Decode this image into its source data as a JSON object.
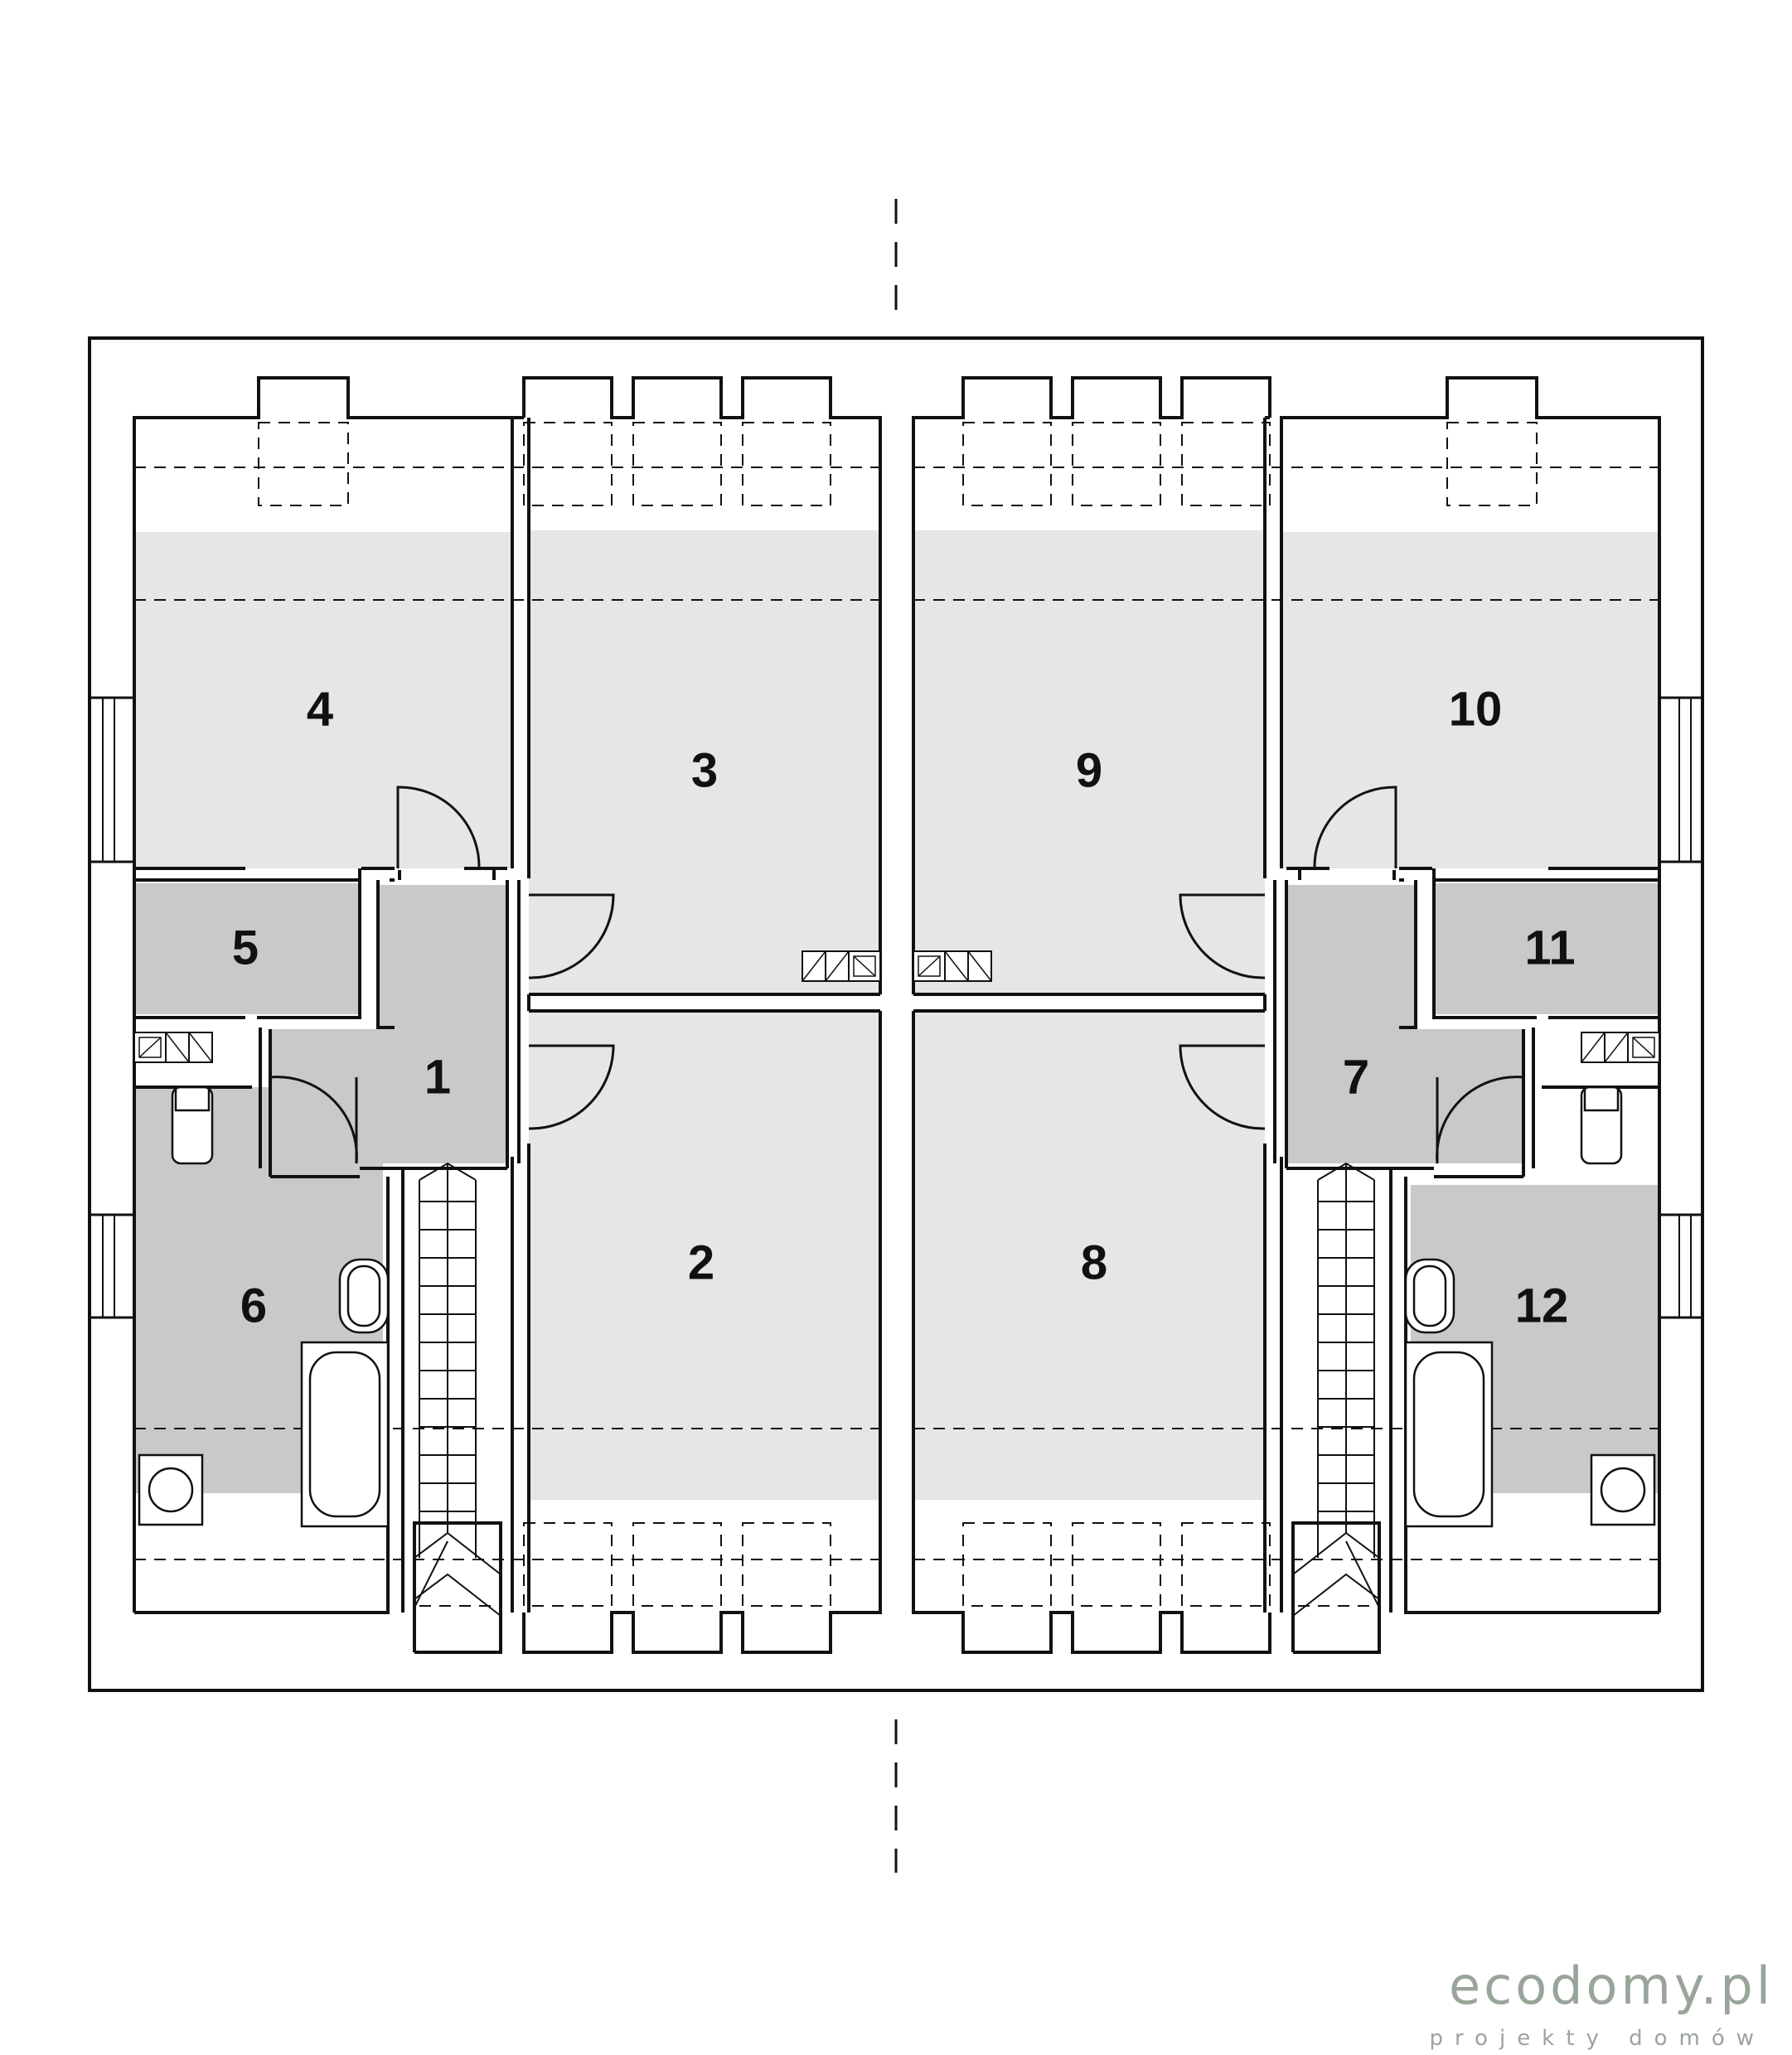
{
  "floor_plan": {
    "rooms": [
      {
        "id": "room-1",
        "label": "1"
      },
      {
        "id": "room-2",
        "label": "2"
      },
      {
        "id": "room-3",
        "label": "3"
      },
      {
        "id": "room-4",
        "label": "4"
      },
      {
        "id": "room-5",
        "label": "5"
      },
      {
        "id": "room-6",
        "label": "6"
      },
      {
        "id": "room-7",
        "label": "7"
      },
      {
        "id": "room-8",
        "label": "8"
      },
      {
        "id": "room-9",
        "label": "9"
      },
      {
        "id": "room-10",
        "label": "10"
      },
      {
        "id": "room-11",
        "label": "11"
      },
      {
        "id": "room-12",
        "label": "12"
      }
    ]
  },
  "watermark": {
    "brand": "ecodomy.pl",
    "tagline": "projekty domów"
  },
  "colors": {
    "wall": "#111111",
    "room_light": "#e6e6e6",
    "room_dark": "#c9c9c9",
    "watermark": "#9aa59a"
  }
}
